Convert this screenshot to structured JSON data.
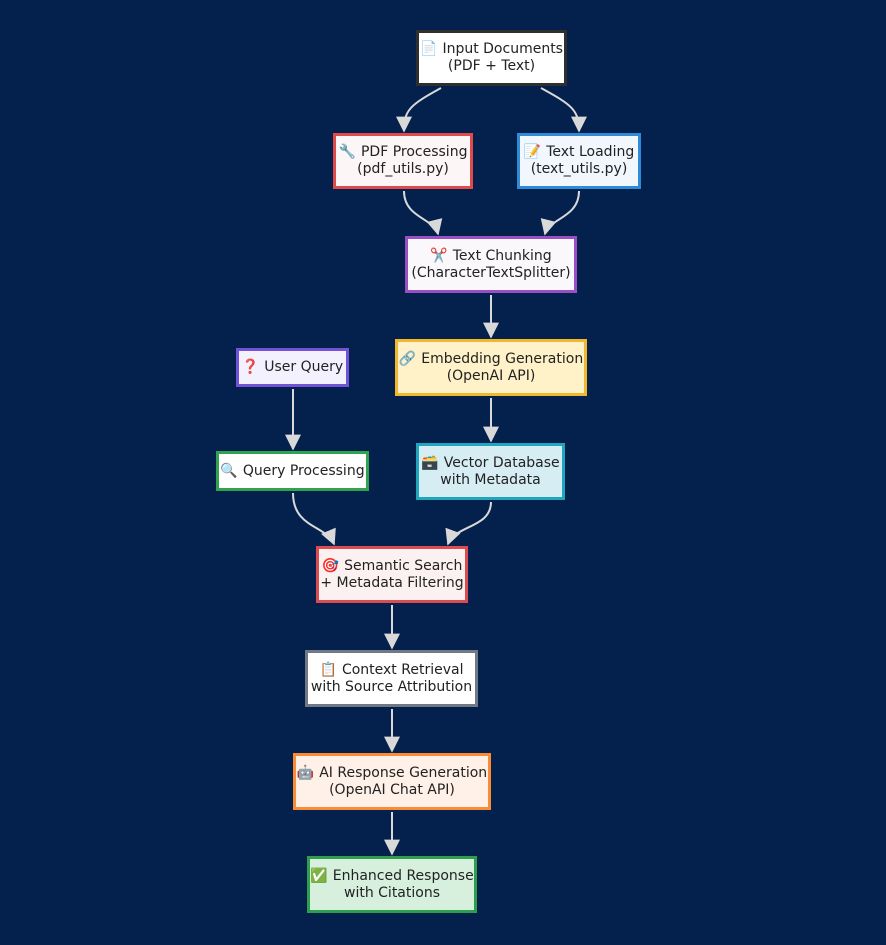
{
  "nodes": {
    "input": {
      "icon": "📄",
      "line1": "Input Documents",
      "line2": "(PDF + Text)"
    },
    "pdf": {
      "icon": "🔧",
      "line1": "PDF Processing",
      "line2": "(pdf_utils.py)"
    },
    "text": {
      "icon": "📝",
      "line1": "Text Loading",
      "line2": "(text_utils.py)"
    },
    "chunk": {
      "icon": "✂️",
      "line1": "Text Chunking",
      "line2": "(CharacterTextSplitter)"
    },
    "query": {
      "icon": "❓",
      "line1": "User Query"
    },
    "embed": {
      "icon": "🔗",
      "line1": "Embedding Generation",
      "line2": "(OpenAI API)"
    },
    "qproc": {
      "icon": "🔍",
      "line1": "Query Processing"
    },
    "vector": {
      "icon": "🗃️",
      "line1": "Vector Database",
      "line2": "with Metadata"
    },
    "search": {
      "icon": "🎯",
      "line1": "Semantic Search",
      "line2": "+ Metadata Filtering"
    },
    "context": {
      "icon": "📋",
      "line1": "Context Retrieval",
      "line2": "with Source Attribution"
    },
    "ai": {
      "icon": "🤖",
      "line1": "AI Response Generation",
      "line2": "(OpenAI Chat API)"
    },
    "enh": {
      "icon": "✅",
      "line1": "Enhanced Response",
      "line2": "with Citations"
    }
  },
  "edges": [
    [
      "input",
      "pdf"
    ],
    [
      "input",
      "text"
    ],
    [
      "pdf",
      "chunk"
    ],
    [
      "text",
      "chunk"
    ],
    [
      "chunk",
      "embed"
    ],
    [
      "embed",
      "vector"
    ],
    [
      "query",
      "qproc"
    ],
    [
      "qproc",
      "search"
    ],
    [
      "vector",
      "search"
    ],
    [
      "search",
      "context"
    ],
    [
      "context",
      "ai"
    ],
    [
      "ai",
      "enh"
    ]
  ],
  "colors": {
    "background": "#04214d",
    "edge": "#d9d9d9"
  }
}
